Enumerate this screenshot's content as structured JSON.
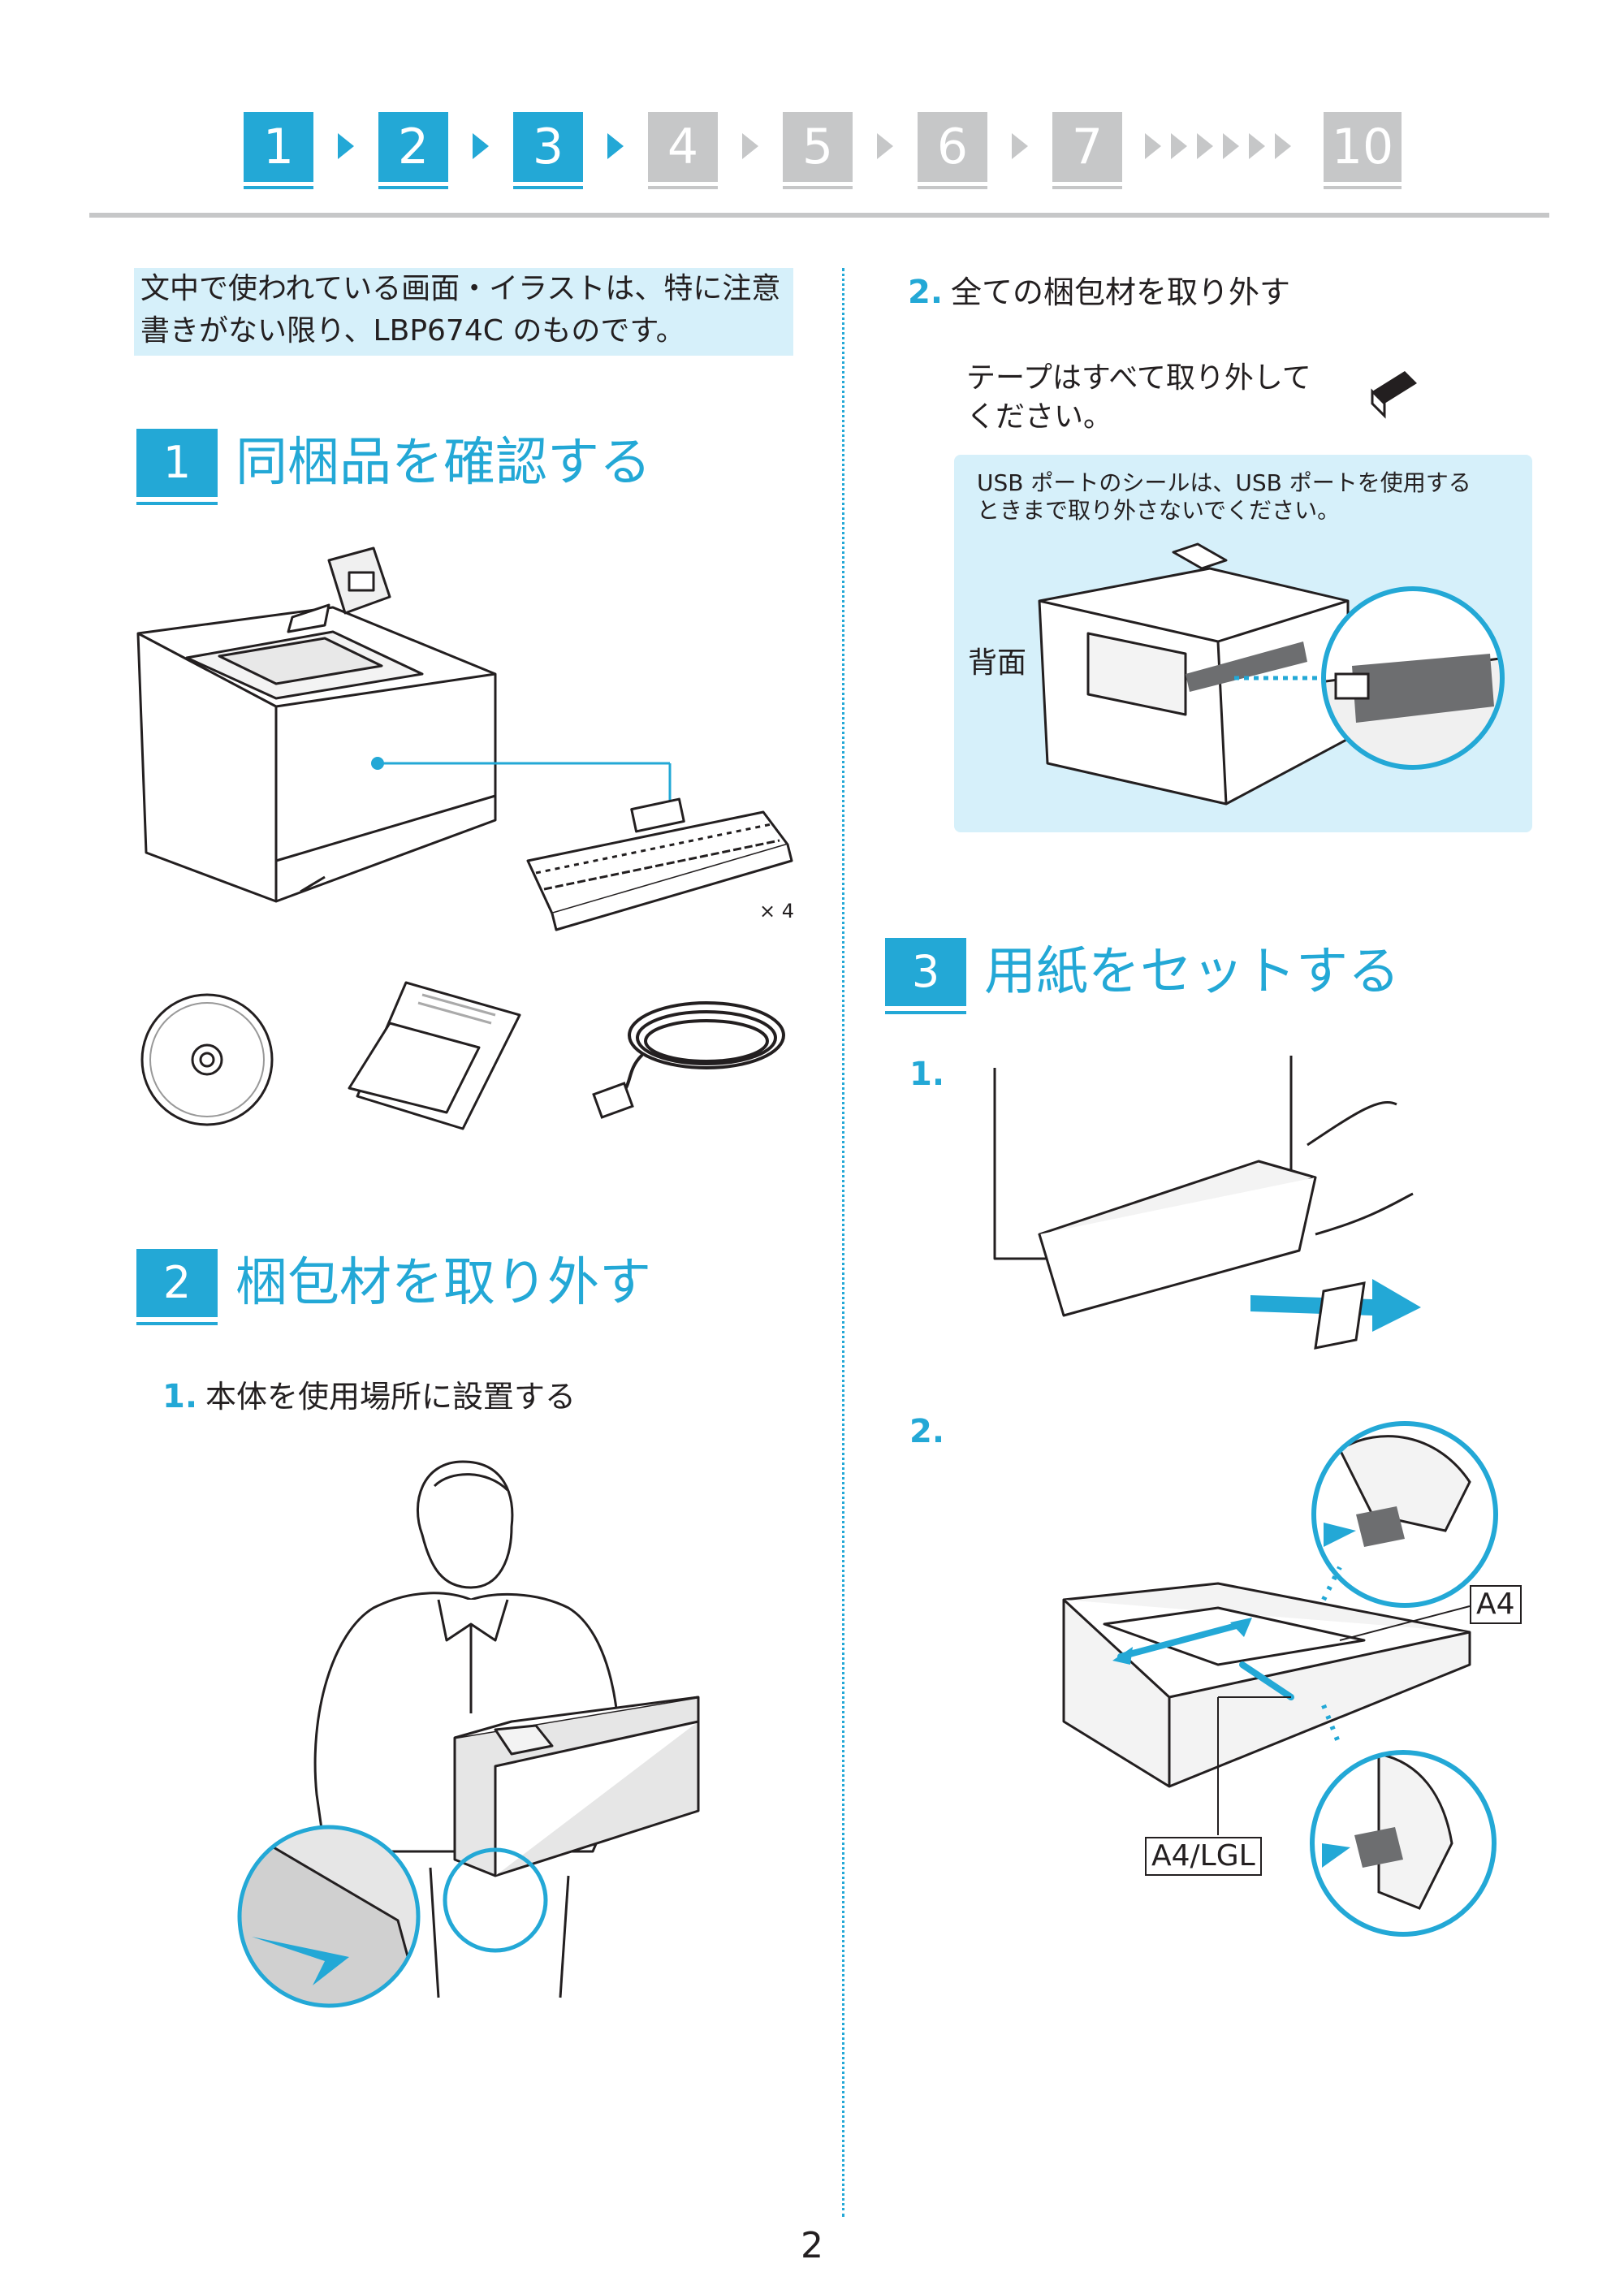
{
  "nav": {
    "steps": [
      "1",
      "2",
      "3",
      "4",
      "5",
      "6",
      "7",
      "10"
    ]
  },
  "note": {
    "line1": "文中で使われている画面・イラストは、特に注意",
    "line2": "書きがない限り、LBP674C のものです。"
  },
  "section1": {
    "number": "1",
    "title": "同梱品を確認する",
    "toner_count": "× 4"
  },
  "section2": {
    "number": "2",
    "title": "梱包材を取り外す",
    "step1_num": "1.",
    "step1_text": "本体を使用場所に設置する",
    "step2_num": "2.",
    "step2_text": "全ての梱包材を取り外す",
    "tape_line1": "テープはすべて取り外して",
    "tape_line2": "ください。",
    "usb_line1": "USB ポートのシールは、USB ポートを使用する",
    "usb_line2": "ときまで取り外さないでください。",
    "back_label": "背面"
  },
  "section3": {
    "number": "3",
    "title": "用紙をセットする",
    "step1_num": "1.",
    "step2_num": "2.",
    "tag_a4": "A4",
    "tag_a4lgl": "A4/LGL"
  },
  "page_number": "2",
  "colors": {
    "accent": "#23a8d6",
    "inactive": "#c6c7c8",
    "note_bg": "#d6f0fa"
  }
}
